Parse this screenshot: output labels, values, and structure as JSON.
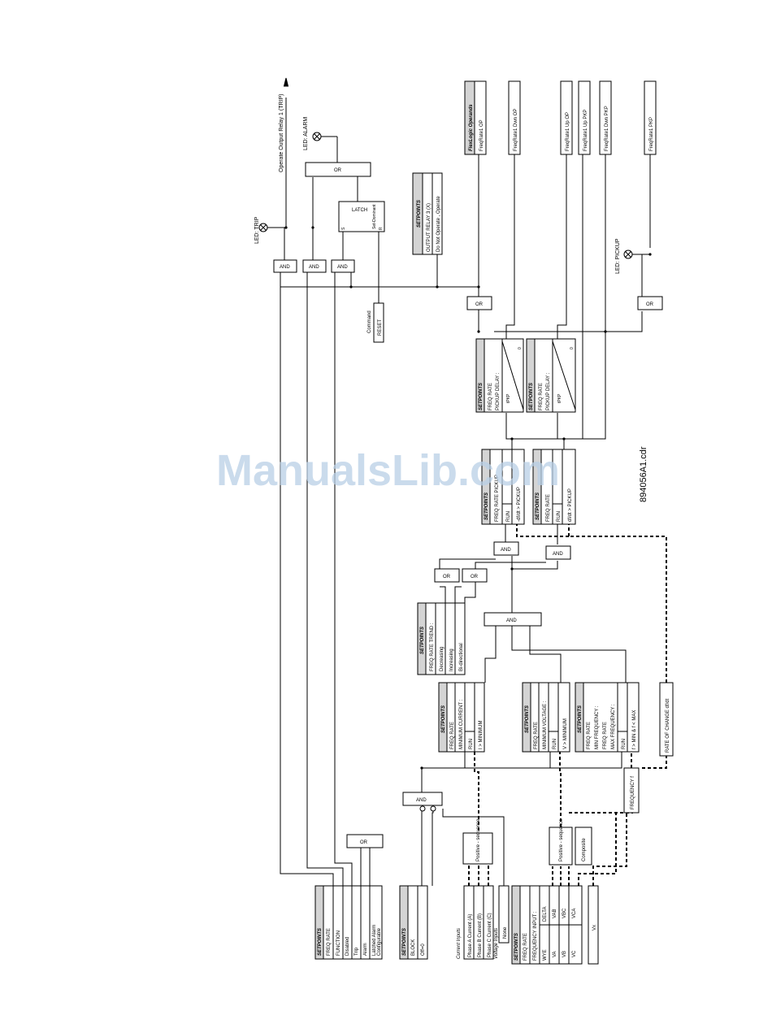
{
  "function_block": {
    "header": "SETPOINTS",
    "lines": [
      "FREQ RATE",
      "FUNCTION",
      "Disabled",
      "Trip",
      "Alarm",
      "Latched Alarm",
      "Configurable"
    ]
  },
  "block_block": {
    "header": "SETPOINTS",
    "lines": [
      "BLOCK",
      "Off=0"
    ]
  },
  "current_inputs": {
    "title": "Current Inputs",
    "lines": [
      "Phase A Current (A)",
      "Phase B Current (B)",
      "Phase C Current (C)",
      "Voltage Inputs"
    ]
  },
  "none_label": "None",
  "freq_input_block": {
    "header": "SETPOINTS",
    "lines": [
      "FREQ RATE",
      "FREQUENCY INPUT :"
    ],
    "col1": [
      "WYE",
      "VA",
      "VB",
      "VC"
    ],
    "col2": [
      "DELTA",
      "VAB",
      "VBC",
      "VCA"
    ]
  },
  "vx_label": "Vx",
  "pos_seq_current": "Positive - sequence",
  "pos_seq_voltage": "Positive - sequence",
  "composite": "Composite",
  "frequency_box": "FREQUENCY f",
  "rate_of_change_box": "RATE OF CHANGE df/dt",
  "min_current": {
    "header": "SETPOINTS",
    "lines": [
      "FREQ RATE",
      "MINIMUM CURRENT :"
    ],
    "run": "RUN",
    "cond": "I > MINIMUM"
  },
  "min_voltage": {
    "header": "SETPOINTS",
    "lines": [
      "FREQ RATE",
      "MINIMUM VOLTAGE :"
    ],
    "run": "RUN",
    "cond": "V > MINIMUM"
  },
  "freq_limits": {
    "header": "SETPOINTS",
    "lines": [
      "FREQ RATE",
      "MIN FREQUENCY :",
      "FREQ RATE",
      "MAX FREQUENCY :"
    ],
    "run": "RUN",
    "cond": "f > MIN & f < MAX"
  },
  "trend": {
    "header": "SETPOINTS",
    "lines": [
      "FREQ RATE TREND :",
      "Decreasing",
      "Increasing",
      "Bi-directional"
    ]
  },
  "pickup_1": {
    "header": "SETPOINTS",
    "lines": [
      "FREQ RATE PICKUP"
    ],
    "run": "RUN",
    "cond": "-df/dt > PICKUP"
  },
  "pickup_2": {
    "header": "SETPOINTS",
    "lines": [
      "FREQ RATE"
    ],
    "run": "RUN",
    "cond": "df/dt > PICKUP"
  },
  "delay_1": {
    "header": "SETPOINTS",
    "lines": [
      "FREQ RATE",
      "PICKUP DELAY :"
    ],
    "tpkp": "tPKP",
    "zero": "0"
  },
  "delay_2": {
    "header": "SETPOINTS",
    "lines": [
      "FREQ RATE",
      "PICKUP DELAY :"
    ],
    "tpkp": "tPKP",
    "zero": "0"
  },
  "output_relay": {
    "header": "SETPOINTS",
    "lines": [
      "OUTPUT RELAY  3 (X)",
      "Do Not Operate , Operate"
    ]
  },
  "flexlogic": {
    "header": "FlexLogic  Operands",
    "items": [
      "FreqRate1  OP",
      "FreqRate1  Dwn OP",
      "FreqRate1  Up OP",
      "FreqRate1  Up PKP",
      "FreqRate1  Dwn PKP",
      "FreqRate1  PKP"
    ]
  },
  "latch": {
    "title": "LATCH",
    "sub": "Set-Dominant",
    "s": "S",
    "r": "R"
  },
  "command_reset": {
    "line1": "Command",
    "line2": "RESET"
  },
  "gates": {
    "and": "AND",
    "or": "OR"
  },
  "led_trip": "LED: TRIP",
  "led_alarm": "LED: ALARM",
  "led_pickup": "LED: PICKUP",
  "operate_output": "Operate Output Relay 1 (TRIP)",
  "drawing_number": "894056A1.cdr",
  "watermark": "ManualsLib.com"
}
